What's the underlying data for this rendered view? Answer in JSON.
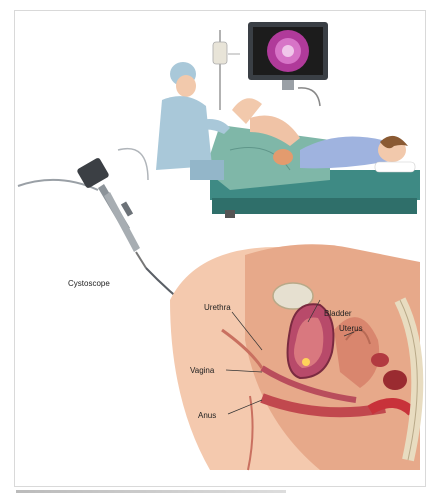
{
  "labels": {
    "cystoscope": "Cystoscope",
    "urethra": "Urethra",
    "bladder": "Bladder",
    "uterus": "Uterus",
    "vagina": "Vagina",
    "anus": "Anus"
  },
  "colors": {
    "skin": "#f4c9ae",
    "skin_shadow": "#e7a98a",
    "scrubs": "#a9c8d9",
    "drape": "#7fb7a8",
    "monitor_screen": "#b03a9a",
    "tissue_red": "#c8323a",
    "bladder_wall": "#b84a6a"
  }
}
